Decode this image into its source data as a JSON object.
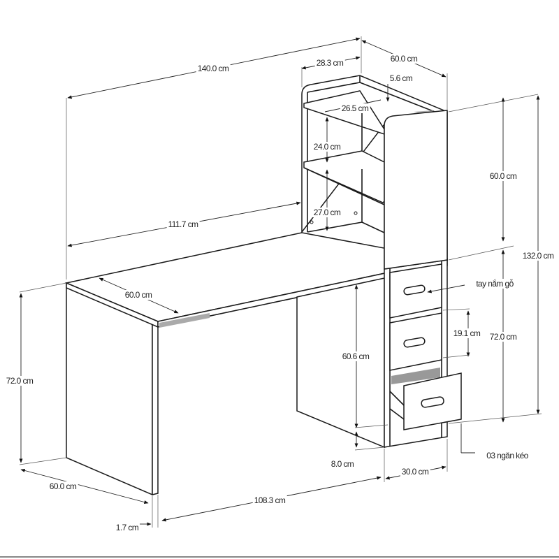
{
  "diagram": {
    "dimensions": {
      "total_width": "140.0 cm",
      "hutch_depth": "60.0 cm",
      "hutch_shelf_width": "28.3 cm",
      "top_rail": "5.6 cm",
      "shelf_depth": "26.5 cm",
      "shelf_gap_upper": "24.0 cm",
      "shelf_gap_lower": "27.0 cm",
      "hutch_height": "60.0 cm",
      "total_height": "132.0 cm",
      "desk_span": "111.7 cm",
      "desk_depth_top": "60.0 cm",
      "desk_height_left": "72.0 cm",
      "desk_height_right": "72.0 cm",
      "drawer_height": "19.1 cm",
      "cabinet_inner_height": "60.6 cm",
      "base_height": "8.0 cm",
      "cabinet_width": "30.0 cm",
      "leg_depth": "60.0 cm",
      "leg_gap": "108.3 cm",
      "panel_thickness": "1.7 cm"
    },
    "callouts": {
      "handle": "tay nắm gỗ",
      "drawers": "03 ngăn kéo"
    }
  }
}
